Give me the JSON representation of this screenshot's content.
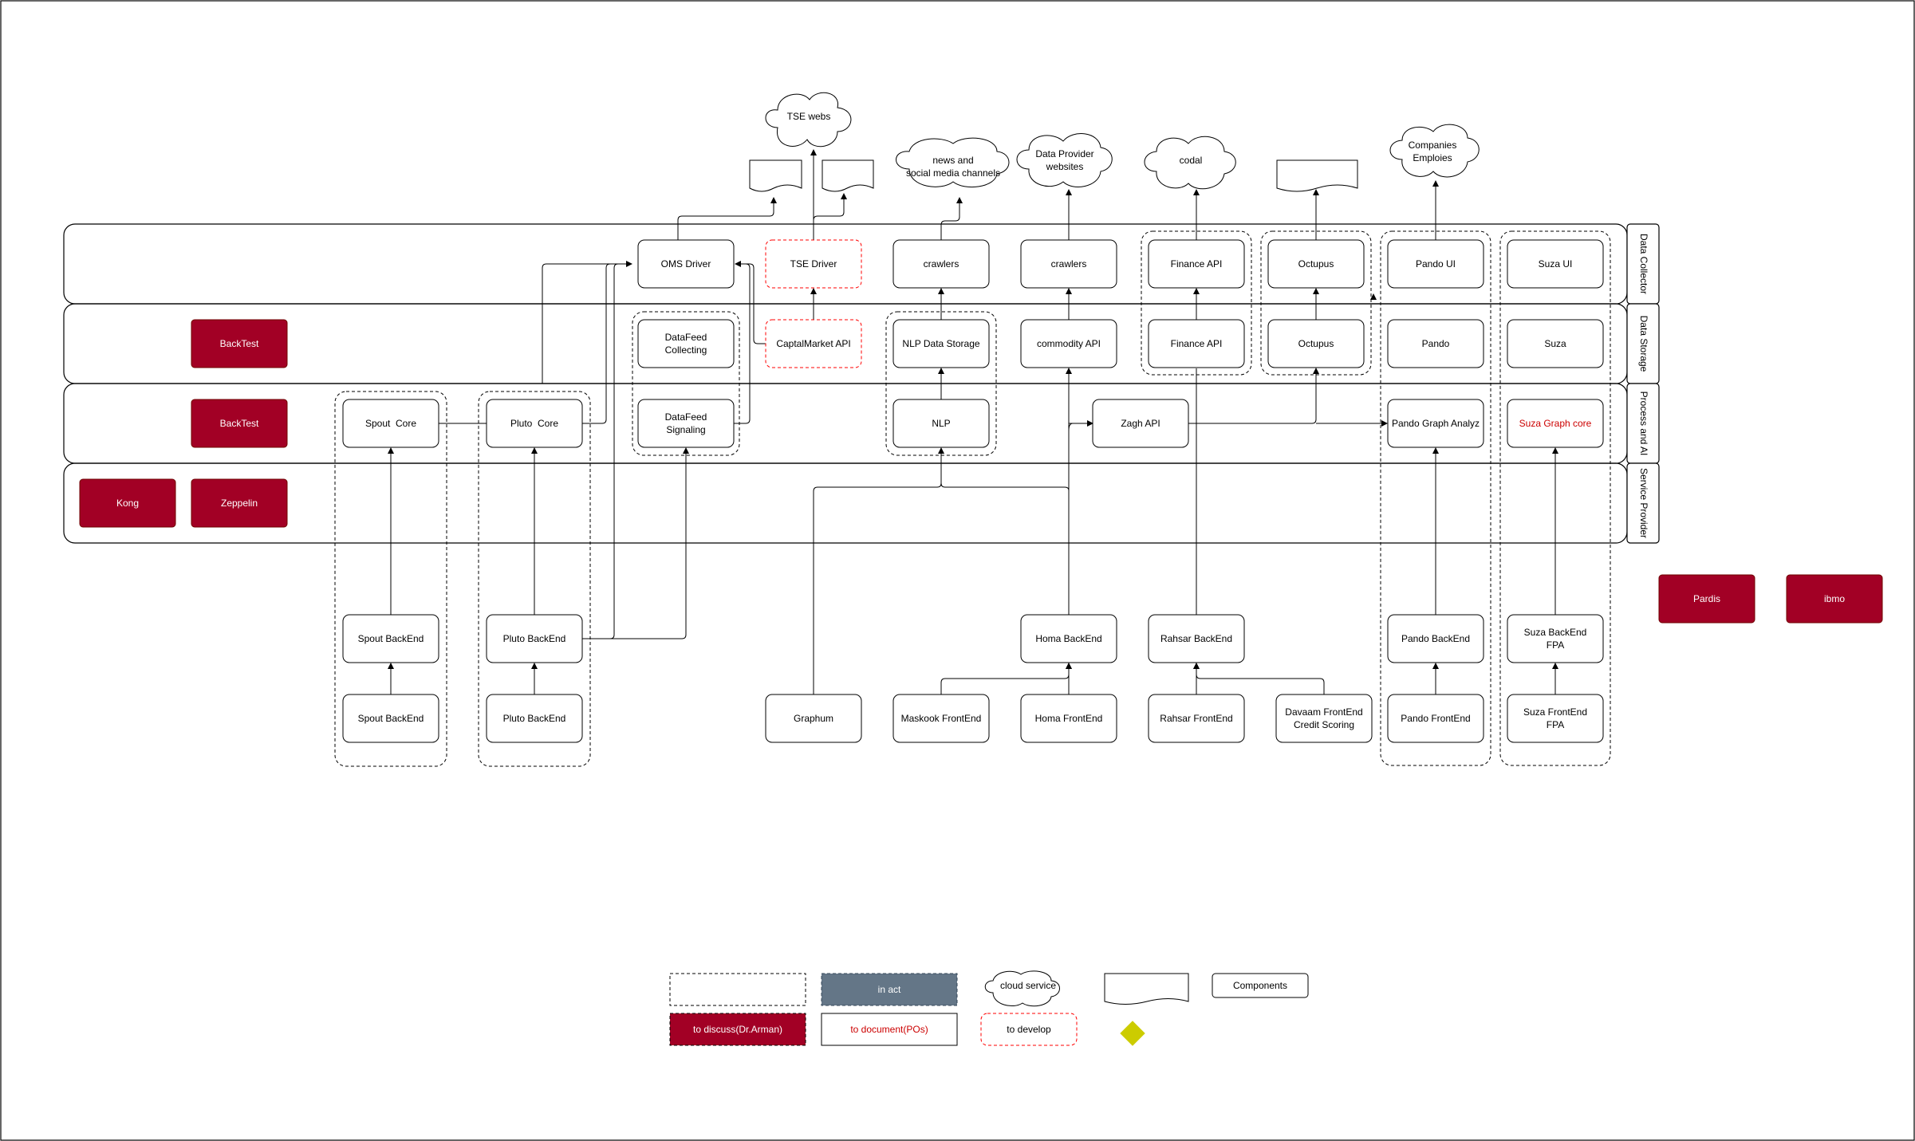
{
  "colors": {
    "accent": "#a20025",
    "in_act": "#647687",
    "develop_border": "#ff0000",
    "red_text": "#cc0000",
    "diamond": "#cccc00"
  },
  "lanes": [
    {
      "id": "lane-data-collector",
      "label": "Data Collector"
    },
    {
      "id": "lane-data-storage",
      "label": "Data Storage"
    },
    {
      "id": "lane-process-ai",
      "label": "Process and AI"
    },
    {
      "id": "lane-service-provider",
      "label": "Service Provider"
    }
  ],
  "clouds": {
    "tse_webs": "TSE webs",
    "news": [
      "news and",
      "social media channels"
    ],
    "data_provider": [
      "Data Provider",
      "websites"
    ],
    "codal": "codal",
    "companies": [
      "Companies",
      "Emploies"
    ]
  },
  "nodes": {
    "oms_driver": "OMS Driver",
    "tse_driver": "TSE Driver",
    "crawlers_1": "crawlers",
    "crawlers_2": "crawlers",
    "finance_api_top": "Finance API",
    "octupus_top": "Octupus",
    "pando_ui": "Pando UI",
    "suza_ui": "Suza UI",
    "backtest_storage": "BackTest",
    "datafeed_collecting": [
      "DataFeed",
      "Collecting"
    ],
    "captalmarket_api": "CaptalMarket API",
    "nlp_data_storage": "NLP Data Storage",
    "commodity_api": "commodity API",
    "finance_api_bottom": "Finance API",
    "octupus_bottom": "Octupus",
    "pando": "Pando",
    "suza": "Suza",
    "backtest_process": "BackTest",
    "spout_core": "Spout  Core",
    "pluto_core": "Pluto  Core",
    "datafeed_signaling": [
      "DataFeed",
      "Signaling"
    ],
    "nlp": "NLP",
    "zagh_api": "Zagh API",
    "pando_graph": "Pando Graph Analyz",
    "suza_graph_core": "Suza Graph core",
    "kong": "Kong",
    "zeppelin": "Zeppelin",
    "pardis": "Pardis",
    "ibmo": "ibmo",
    "spout_backend_1": "Spout BackEnd",
    "spout_backend_2": "Spout BackEnd",
    "pluto_backend_1": "Pluto BackEnd",
    "pluto_backend_2": "Pluto BackEnd",
    "graphum": "Graphum",
    "maskook_frontend": "Maskook FrontEnd",
    "homa_backend": "Homa BackEnd",
    "homa_frontend": "Homa FrontEnd",
    "rahsar_backend": "Rahsar BackEnd",
    "rahsar_frontend": "Rahsar FrontEnd",
    "davaam": [
      "Davaam FrontEnd",
      "Credit Scoring"
    ],
    "pando_backend": "Pando BackEnd",
    "pando_frontend": "Pando FrontEnd",
    "suza_backend": [
      "Suza BackEnd",
      "FPA"
    ],
    "suza_frontend": [
      "Suza FrontEnd",
      "FPA"
    ]
  },
  "legend": {
    "in_act": "in act",
    "cloud_service": "cloud service",
    "components": "Components",
    "to_discuss": "to discuss(Dr.Arman)",
    "to_document": "to document(POs)",
    "to_develop": "to develop"
  }
}
